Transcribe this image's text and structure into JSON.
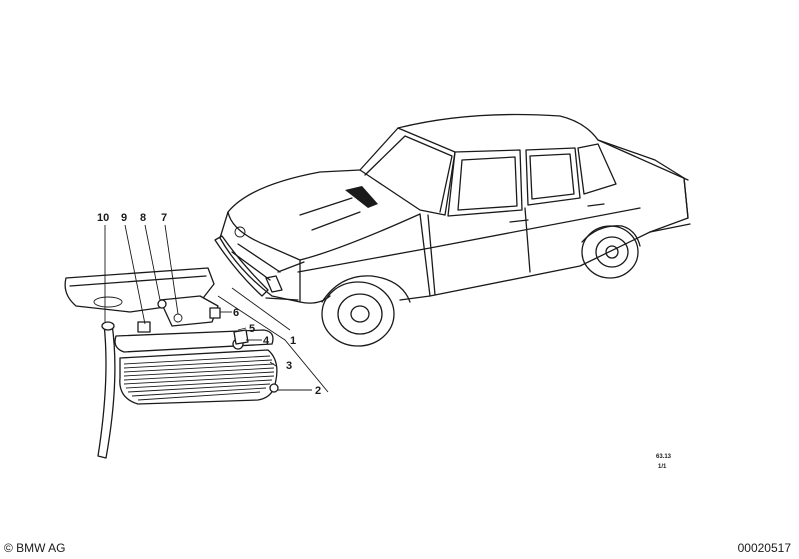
{
  "callouts": {
    "c1": "1",
    "c2": "2",
    "c3": "3",
    "c4": "4",
    "c5": "5",
    "c6": "6",
    "c7": "7",
    "c8": "8",
    "c9": "9",
    "c10": "10"
  },
  "group_code": "63.13",
  "sheet": "1/1",
  "footer": {
    "copyright": "© BMW AG",
    "diagram_number": "00020517"
  }
}
